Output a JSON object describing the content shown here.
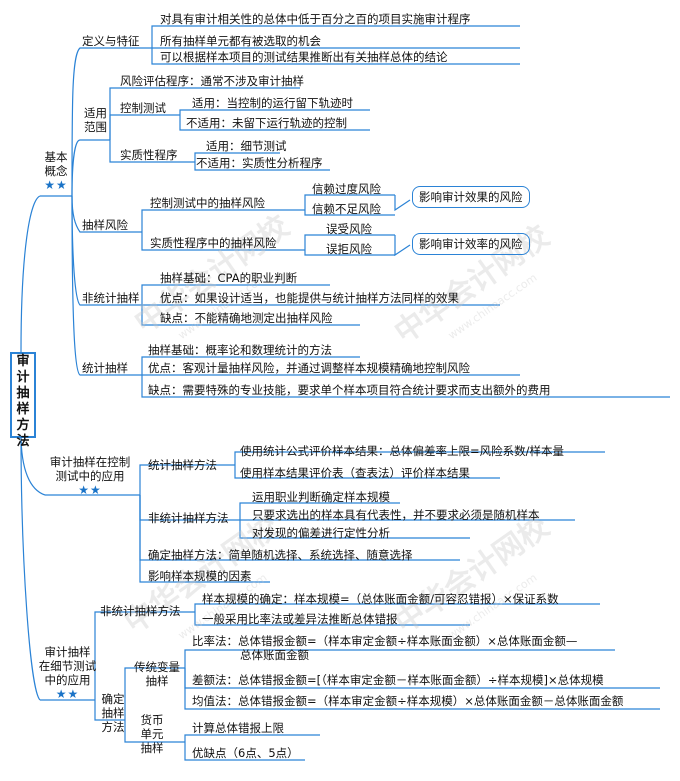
{
  "root": [
    "审",
    "计",
    "抽",
    "样",
    "方",
    "法"
  ],
  "stars": "★★",
  "watermark": {
    "text": "中华会计网校",
    "url": "www.chinaacc.com"
  },
  "s1": {
    "title_lines": [
      "基本",
      "概念"
    ],
    "def": {
      "label": "定义与特征",
      "items": [
        "对具有审计相关性的总体中低于百分之百的项目实施审计程序",
        "所有抽样单元都有被选取的机会",
        "可以根据样本项目的测试结果推断出有关抽样总体的结论"
      ]
    },
    "scope": {
      "label_lines": [
        "适用",
        "范围"
      ],
      "risk_assess": "风险评估程序：通常不涉及审计抽样",
      "control_label": "控制测试",
      "control_items": [
        "适用：当控制的运行留下轨迹时",
        "不适用：未留下运行轨迹的控制"
      ],
      "subst_label": "实质性程序",
      "subst_items": [
        "适用：细节测试",
        "不适用：实质性分析程序"
      ]
    },
    "risk": {
      "label": "抽样风险",
      "control": "控制测试中的抽样风险",
      "control_items": [
        "信赖过度风险",
        "信赖不足风险"
      ],
      "control_effect": "影响审计效果的风险",
      "subst": "实质性程序中的抽样风险",
      "subst_items": [
        "误受风险",
        "误拒风险"
      ],
      "subst_effect": "影响审计效率的风险"
    },
    "nonstat": {
      "label": "非统计抽样",
      "items": [
        "抽样基础：CPA的职业判断",
        "优点：如果设计适当，也能提供与统计抽样方法同样的效果",
        "缺点：不能精确地测定出抽样风险"
      ]
    },
    "stat": {
      "label": "统计抽样",
      "items": [
        "抽样基础：概率论和数理统计的方法",
        "优点：客观计量抽样风险，并通过调整样本规模精确地控制风险",
        "缺点：需要特殊的专业技能，要求单个样本项目符合统计要求而支出额外的费用"
      ]
    }
  },
  "s2": {
    "title_lines": [
      "审计抽样在控制",
      "测试中的应用"
    ],
    "stat_label": "统计抽样方法",
    "stat_items": [
      "使用统计公式评价样本结果：总体偏差率上限=风险系数/样本量",
      "使用样本结果评价表（查表法）评价样本结果"
    ],
    "nonstat_label": "非统计抽样方法",
    "nonstat_items": [
      "运用职业判断确定样本规模",
      "只要求选出的样本具有代表性，并不要求必须是随机样本",
      "对发现的偏差进行定性分析"
    ],
    "select": "确定抽样方法：简单随机选择、系统选择、随意选择",
    "factors": "影响样本规模的因素"
  },
  "s3": {
    "title_lines": [
      "审计抽样",
      "在细节测试",
      "中的应用"
    ],
    "nonstat_label": "非统计抽样方法",
    "nonstat_items": [
      "样本规模的确定：样本规模=（总体账面金额/可容忍错报）×保证系数",
      "一般采用比率法或差异法推断总体错报"
    ],
    "method_lines": [
      "确定",
      "抽样",
      "方法"
    ],
    "trad_lines": [
      "传统变量",
      "抽样"
    ],
    "ratio_lines": [
      "比率法：总体错报金额=（样本审定金额÷样本账面金额）×总体账面金额—",
      "总体账面金额"
    ],
    "diff": "差额法：总体错报金额=[（样本审定金额－样本账面金额）÷样本规模]×总体规模",
    "mean": "均值法：总体错报金额=（样本审定金额÷样本规模）×总体账面金额－总体账面金额",
    "mus_lines": [
      "货币",
      "单元",
      "抽样"
    ],
    "mus_items": [
      "计算总体错报上限",
      "优缺点（6点、5点）"
    ]
  }
}
